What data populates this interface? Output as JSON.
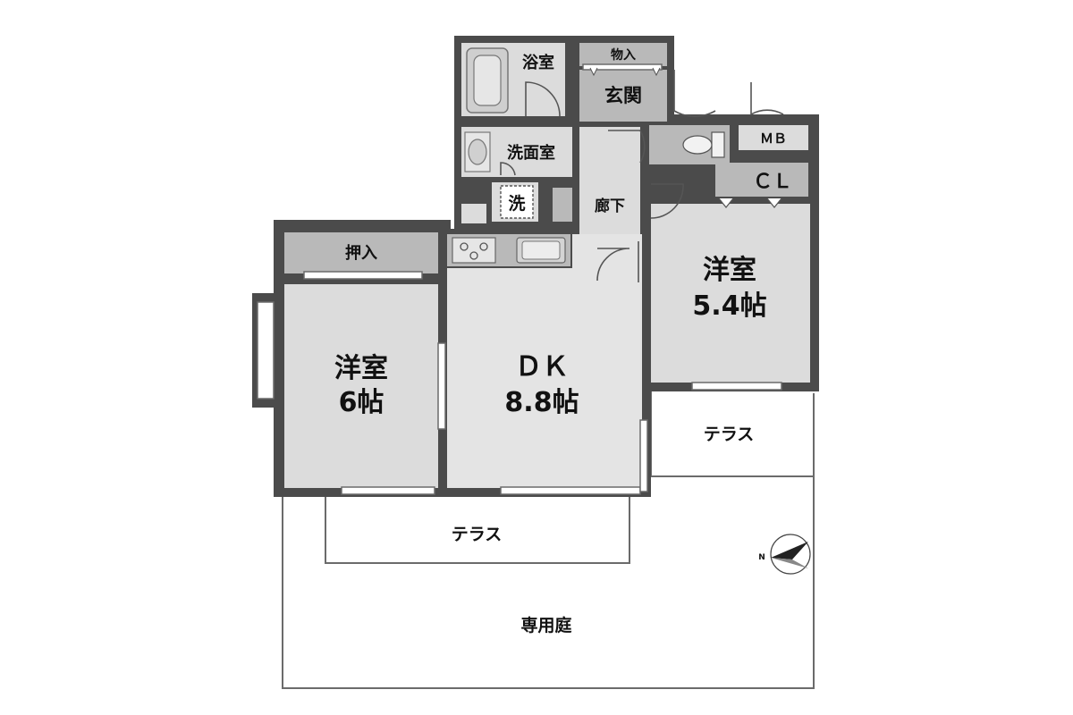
{
  "rooms": {
    "bath": "浴室",
    "storage_entry": "物入",
    "entrance": "玄関",
    "washroom": "洗面室",
    "washer": "洗",
    "corridor": "廊下",
    "mb": "ＭＢ",
    "closet": "ＣＬ",
    "oshiire": "押入",
    "western_left": {
      "name": "洋室",
      "size": "6帖"
    },
    "dk": {
      "name": "ＤＫ",
      "size": "8.8帖"
    },
    "western_right": {
      "name": "洋室",
      "size": "5.4帖"
    },
    "terrace_right": "テラス",
    "terrace_bottom": "テラス",
    "garden": "専用庭"
  },
  "compass": {
    "label": "N"
  }
}
